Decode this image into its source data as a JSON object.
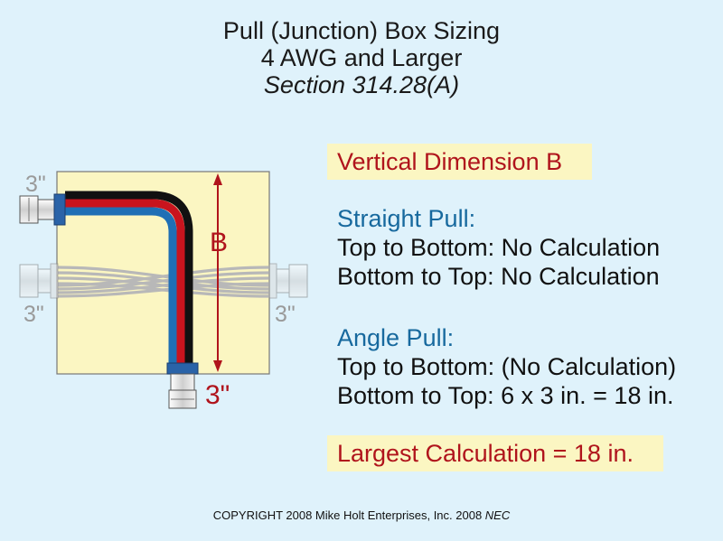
{
  "title": {
    "line1": "Pull (Junction) Box Sizing",
    "line2": "4 AWG and Larger",
    "line3": "Section 314.28(A)"
  },
  "diagram": {
    "label_top_left": "3\"",
    "label_mid_left": "3\"",
    "label_mid_right": "3\"",
    "label_bottom": "3\"",
    "dimension_label": "B",
    "colors": {
      "box_fill": "#fbf6c2",
      "dimension": "#b0141c",
      "wire_black": "#1a1a1a",
      "wire_red": "#c8141e",
      "wire_blue": "#1f6fb5",
      "gray_label": "#9a9a9a"
    }
  },
  "info": {
    "heading": "Vertical Dimension B",
    "straight_title": "Straight Pull:",
    "straight_line1": "Top to Bottom: No Calculation",
    "straight_line2": "Bottom to Top: No Calculation",
    "angle_title": "Angle Pull:",
    "angle_line1": "Top to Bottom: (No Calculation)",
    "angle_line2": "Bottom to Top: 6 x 3 in. = 18 in.",
    "result": "Largest Calculation = 18 in."
  },
  "footer": {
    "text": "COPYRIGHT 2008  Mike Holt Enterprises, Inc. 2008 ",
    "code": "NEC"
  }
}
